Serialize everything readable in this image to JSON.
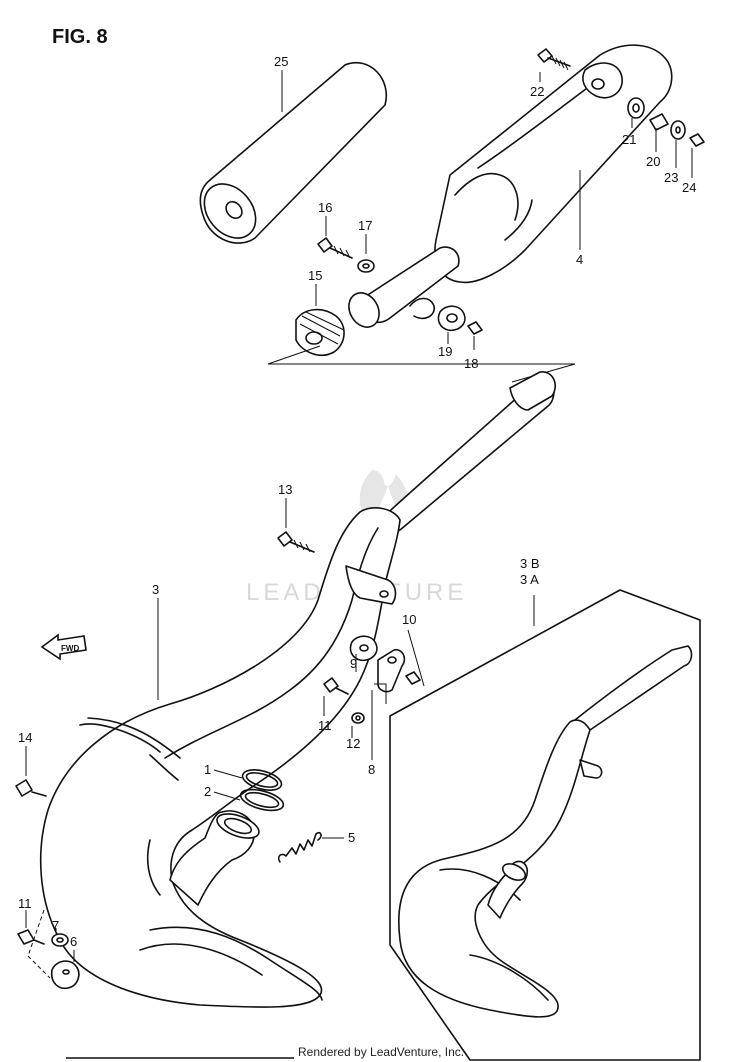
{
  "figure_title": "FIG. 8",
  "watermark": "LEADVENTURE",
  "footer": "Rendered by LeadVenture, Inc.",
  "fwd_label": "FWD",
  "callouts": {
    "p1": "1",
    "p2": "2",
    "p3": "3",
    "p3a": "3 A",
    "p3b": "3 B",
    "p4": "4",
    "p5": "5",
    "p6": "6",
    "p7": "7",
    "p8": "8",
    "p9": "9",
    "p10": "10",
    "p11a": "11",
    "p11b": "11",
    "p12": "12",
    "p13": "13",
    "p14": "14",
    "p15": "15",
    "p16": "16",
    "p17": "17",
    "p18": "18",
    "p19": "19",
    "p20": "20",
    "p21": "21",
    "p22": "22",
    "p23": "23",
    "p24": "24",
    "p25": "25"
  }
}
